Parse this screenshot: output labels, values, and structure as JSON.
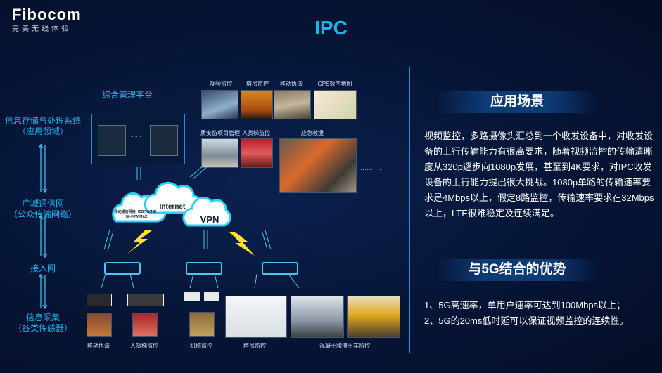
{
  "logo": {
    "word": "Fibocom",
    "tagline": "完美无线体验"
  },
  "page_title": "IPC",
  "diagram": {
    "layers": {
      "storage": "信息存储与处理系统\n（应用领域）",
      "wan": "广域通信网\n（公众传输网络）",
      "access": "接入网",
      "collect": "信息采集\n（各类传感器）"
    },
    "platform_label": "综合管理平台",
    "clouds": {
      "mobile": "移动通信网络（2G/3G/4G）\nWi-Fi/WiMAX",
      "internet": "Internet",
      "vpn": "VPN"
    },
    "app_labels": [
      "视频监控",
      "塔吊监控",
      "移动执法",
      "GPS数字地图",
      "质安监项目管理",
      "人货梯监控",
      "应急救援"
    ],
    "bottom_labels": [
      "移动执法",
      "人货梯监控",
      "机械监控",
      "塔吊监控",
      "混凝土和渣土车监控"
    ],
    "ellipsis": "- - -"
  },
  "scenario": {
    "heading": "应用场景",
    "text": "视频监控，多路摄像头汇总到一个收发设备中，对收发设备的上行传输能力有很高要求，随着视频监控的传输清晰度从320p逐步向1080p发展，甚至到4K要求，对IPC收发设备的上行能力提出很大挑战。1080p单路的传输速率要求是4Mbps以上，假定8路监控，传输速率要求在32Mbps以上，LTE很难稳定及连续满足。"
  },
  "advantage": {
    "heading": "与5G结合的优势",
    "items": [
      "1、5G高速率，单用户速率可达到100Mbps以上；",
      "2、5G的20ms低时延可以保证视频监控的连续性。"
    ]
  }
}
